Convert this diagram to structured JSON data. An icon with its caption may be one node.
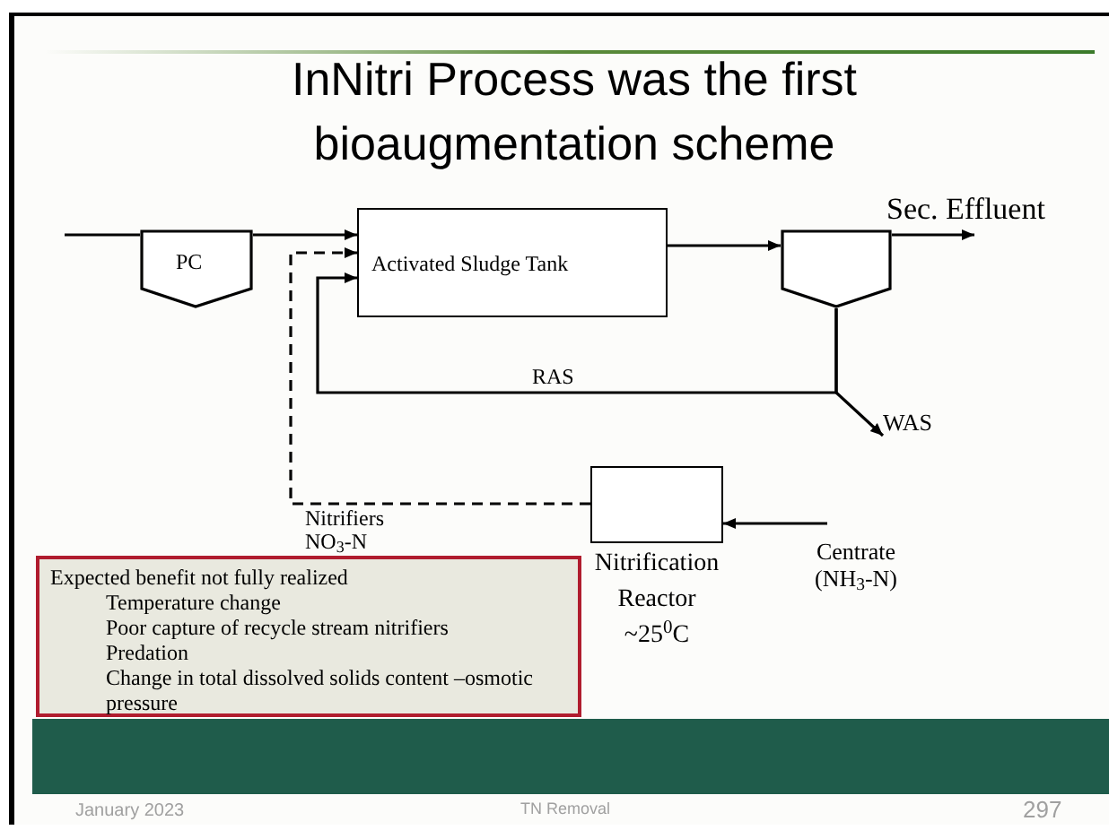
{
  "diagram": {
    "title": "InNitri Process was the first bioaugmentation scheme",
    "nodes": [
      {
        "text": [
          "PC"
        ]
      },
      {
        "text": [
          "Activated Sludge Tank"
        ]
      },
      {
        "text": [],
        "shape": "clarifier"
      },
      {
        "text": [
          "Sec. Effluent"
        ]
      },
      {
        "text": [
          "WAS"
        ]
      },
      {
        "text": [
          "Nitrification Reactor ~25$^{0}$C"
        ]
      },
      {
        "text": [
          "Centrate (NH$_{3}$-N)"
        ]
      },
      {
        "text": [
          "Expected benefit not fully realized",
          "Temperature change",
          "Poor capture of recycle stream nitrifiers",
          "Predation",
          "Change in total dissolved solids content –osmotic pressure"
        ]
      }
    ],
    "edges": [
      {
        "from": null,
        "to": 0,
        "arrow": "none"
      },
      {
        "from": 0,
        "to": 1,
        "arrow": "to"
      },
      {
        "from": 1,
        "to": 2,
        "arrow": "to"
      },
      {
        "from": 2,
        "to": 3,
        "arrow": "to"
      },
      {
        "from": 2,
        "to": 1,
        "arrow": "to",
        "label": "RAS"
      },
      {
        "from": 2,
        "to": 4,
        "arrow": "to"
      },
      {
        "from": 5,
        "to": 1,
        "arrow": "to",
        "style": "dashed",
        "label": "Nitrifiers NO$_{3}$-N"
      },
      {
        "from": 6,
        "to": 5,
        "arrow": "to"
      }
    ],
    "labels": [
      "January 2023",
      "TN Removal",
      "297"
    ]
  }
}
